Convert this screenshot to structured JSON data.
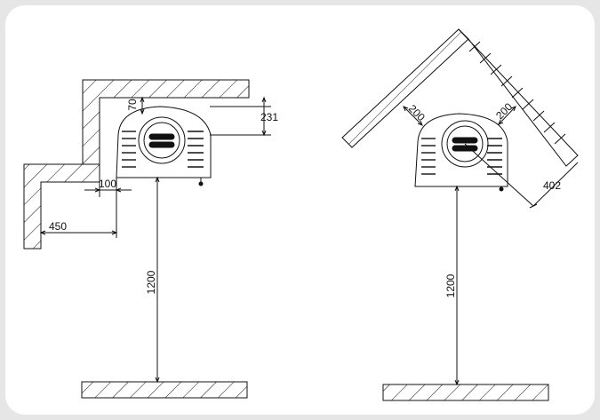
{
  "left_diagram": {
    "dim_top_gap": "70",
    "dim_unit_height": "231",
    "dim_side_gap": "100",
    "dim_wall_offset": "450",
    "dim_mount_height": "1200"
  },
  "right_diagram": {
    "dim_left_gap": "200",
    "dim_right_gap": "200",
    "dim_diagonal": "402",
    "dim_mount_height": "1200"
  },
  "colors": {
    "line": "#111111",
    "background": "#ffffff",
    "frame": "#e6e6e6"
  }
}
